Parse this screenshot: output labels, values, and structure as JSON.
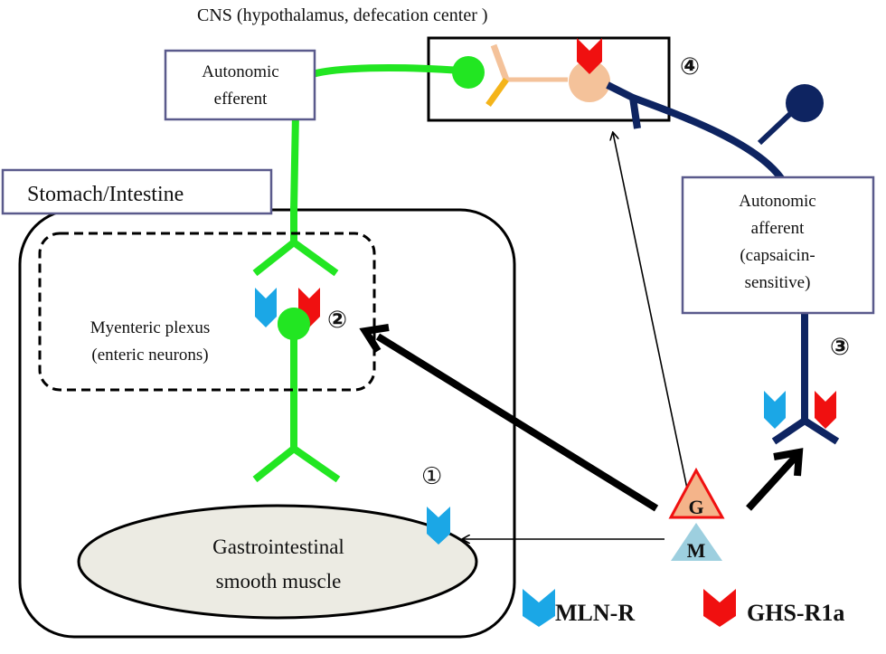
{
  "cns": {
    "label": "CNS (hypothalamus, defecation center )",
    "marker": "④"
  },
  "efferent": {
    "line1": "Autonomic",
    "line2": "efferent"
  },
  "afferent": {
    "line1": "Autonomic",
    "line2": "afferent",
    "line3": "(capsaicin-",
    "line4": "sensitive)"
  },
  "organ": {
    "label": "Stomach/Intestine"
  },
  "plexus": {
    "line1": "Myenteric plexus",
    "line2": "(enteric neurons)",
    "marker": "②"
  },
  "muscle": {
    "line1": "Gastrointestinal",
    "line2": "smooth  muscle",
    "marker": "①"
  },
  "afferent_marker": "③",
  "hormones": {
    "ghrelin": "G",
    "motilin": "M"
  },
  "legend": {
    "mln": "MLN-R",
    "ghs": "GHS-R1a"
  },
  "colors": {
    "efferent": "#22e622",
    "afferent": "#0e2461",
    "mln_receptor": "#1ba7e6",
    "ghs_receptor": "#f01010",
    "cns_neuron": "#f4c29a",
    "cns_dendrite": "#f4b41a",
    "muscle_fill": "#ecebe3",
    "box_border": "#5a5a8c",
    "ghrelin_fill": "#f4b48a",
    "motilin_fill": "#9dcfdf"
  }
}
